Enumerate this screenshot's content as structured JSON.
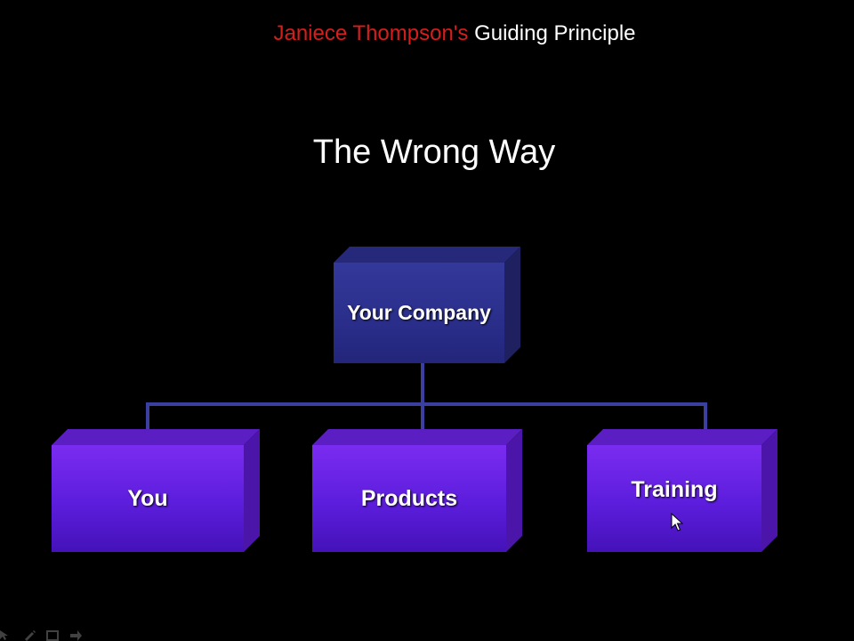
{
  "header": {
    "name_part": "Janiece Thompson's",
    "title_part": "Guiding Principle"
  },
  "title": "The Wrong Way",
  "org_chart": {
    "root": "Your Company",
    "children": [
      "You",
      "Products",
      "Training"
    ]
  },
  "colors": {
    "background": "#000000",
    "header_name": "#d81d1d",
    "header_title": "#ffffff",
    "root_box": "#2a2e8a",
    "child_box": "#5c1ddc",
    "connector": "#3a3fa0"
  },
  "icons": [
    "mouse-cursor-icon",
    "pen-tool-icon",
    "grid-tool-icon",
    "arrow-tool-icon"
  ]
}
